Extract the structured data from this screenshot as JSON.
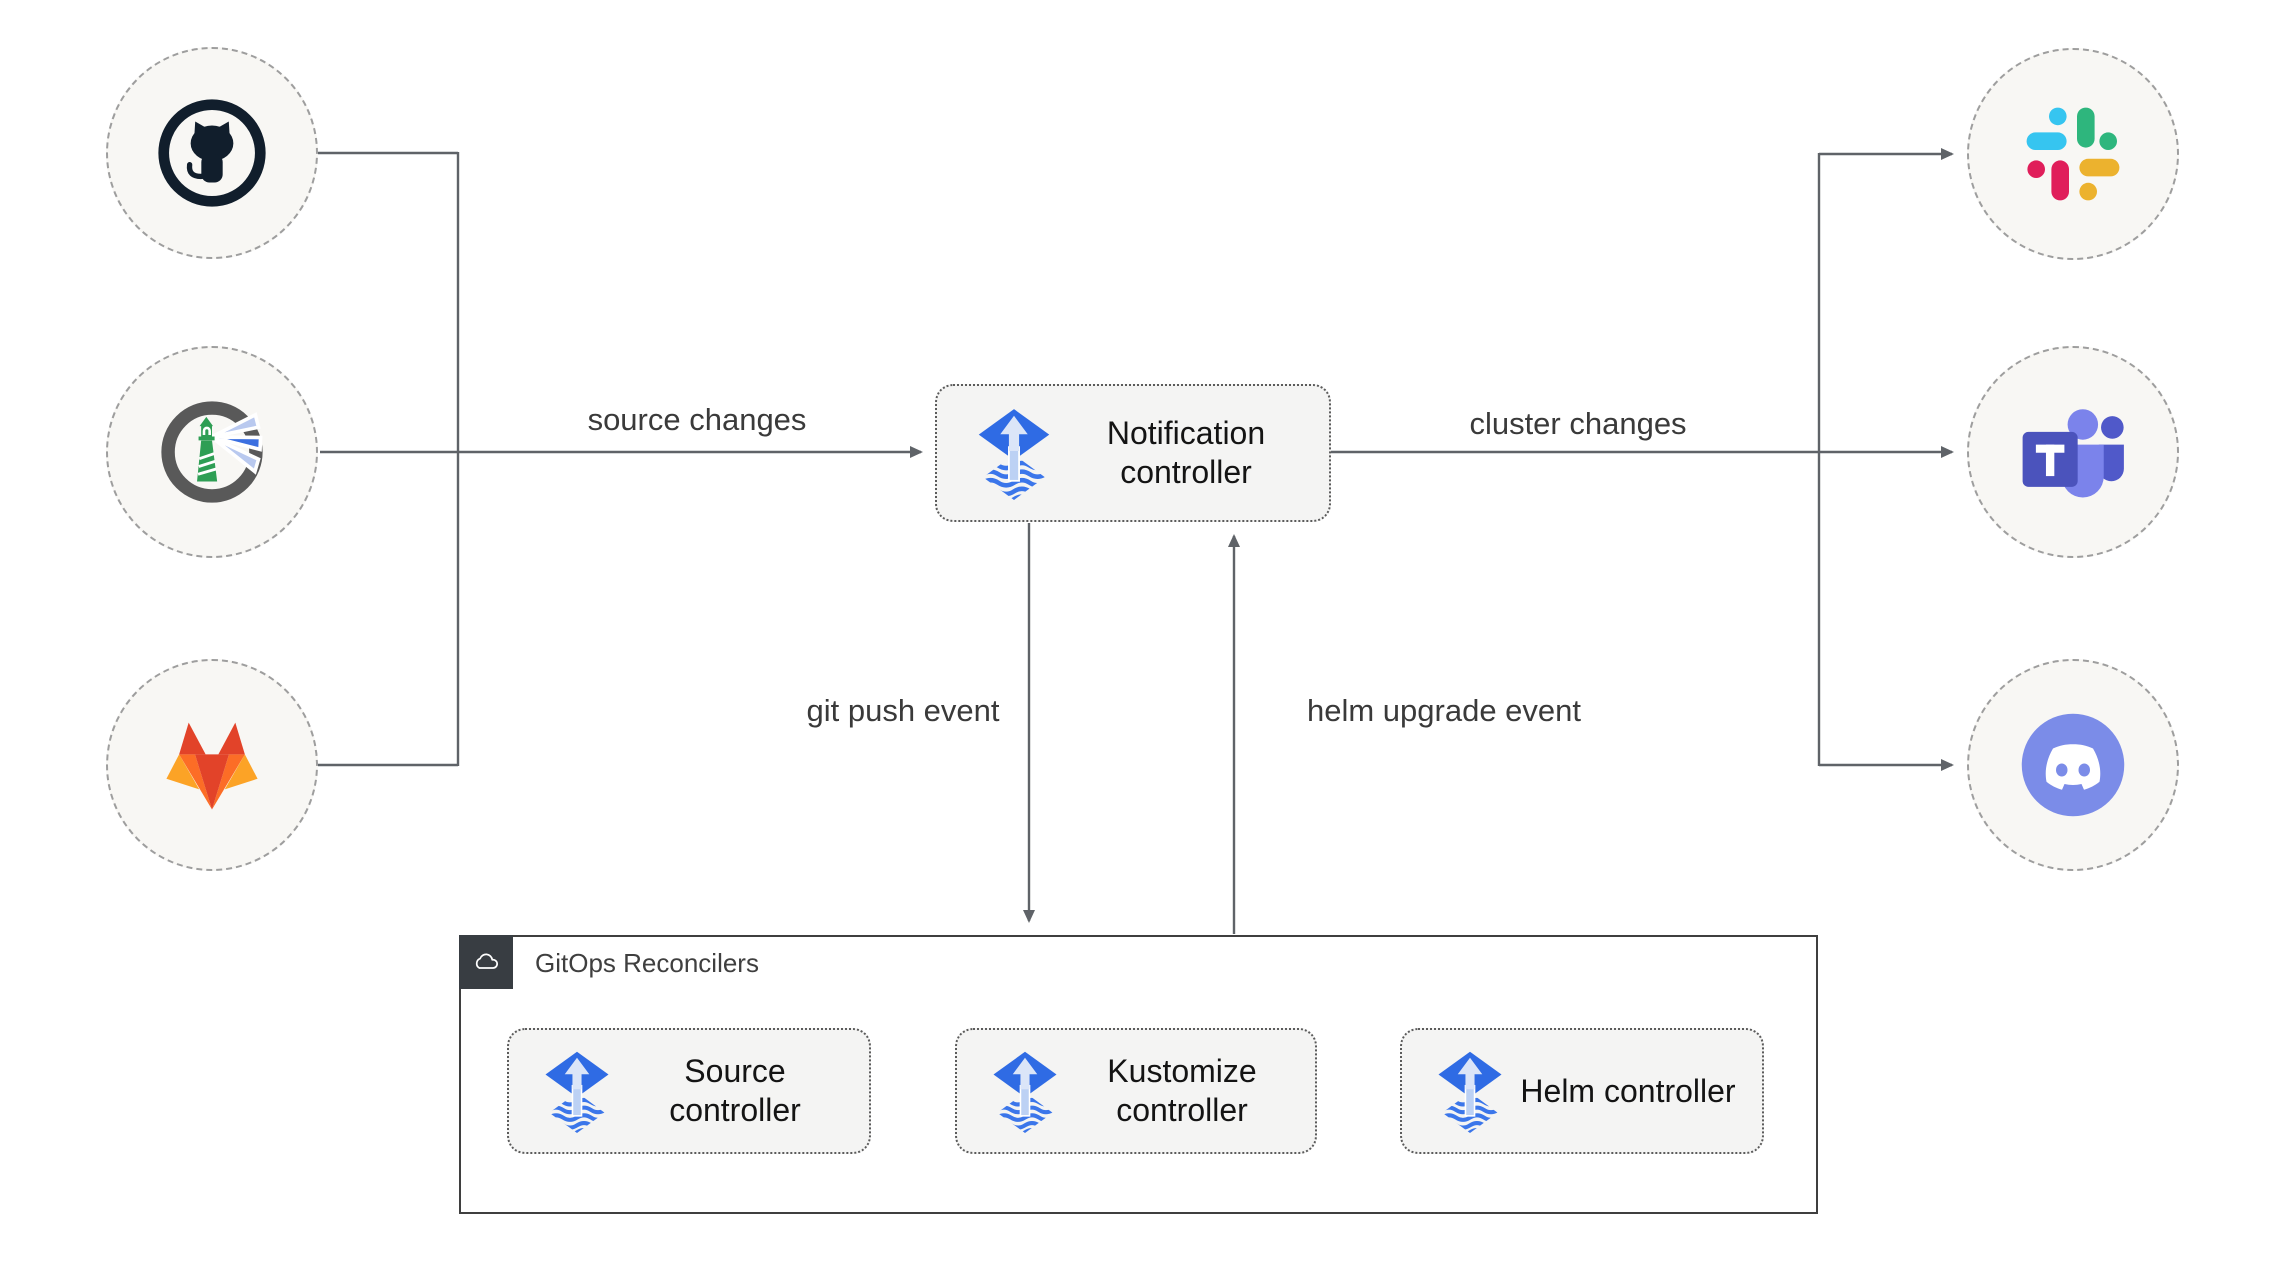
{
  "edges": {
    "source_changes": "source changes",
    "cluster_changes": "cluster changes",
    "git_push_event": "git push event",
    "helm_upgrade_event": "helm upgrade event"
  },
  "nodes": {
    "notification_controller": {
      "label": "Notification controller",
      "icon": "flux-icon"
    },
    "reconcilers_group": {
      "label": "GitOps Reconcilers",
      "icon": "cloud-icon"
    },
    "controllers": [
      {
        "label": "Source controller",
        "icon": "flux-icon"
      },
      {
        "label": "Kustomize controller",
        "icon": "flux-icon"
      },
      {
        "label": "Helm controller",
        "icon": "flux-icon"
      }
    ],
    "sources": [
      {
        "icon": "github-icon"
      },
      {
        "icon": "harbor-icon"
      },
      {
        "icon": "gitlab-icon"
      }
    ],
    "targets": [
      {
        "icon": "slack-icon"
      },
      {
        "icon": "teams-icon"
      },
      {
        "icon": "discord-icon"
      }
    ]
  },
  "colors": {
    "connector": "#5f6368",
    "box_background": "#f4f4f3",
    "box_border": "#5b5b5b",
    "circle_background": "#f8f7f4",
    "circle_border": "#9e9e9e",
    "flux_blue": "#2f6be4",
    "github_dark": "#111e2c",
    "gitlab_red": "#e24329",
    "gitlab_orange": "#fc6d26",
    "gitlab_yellow": "#fca326",
    "slack_blue": "#36c5f0",
    "slack_green": "#2eb67d",
    "slack_red": "#e01e5a",
    "slack_yellow": "#ecb22e",
    "teams_purple": "#4b53bc",
    "discord_blurple": "#7b8ce8",
    "group_tab": "#383d42"
  }
}
